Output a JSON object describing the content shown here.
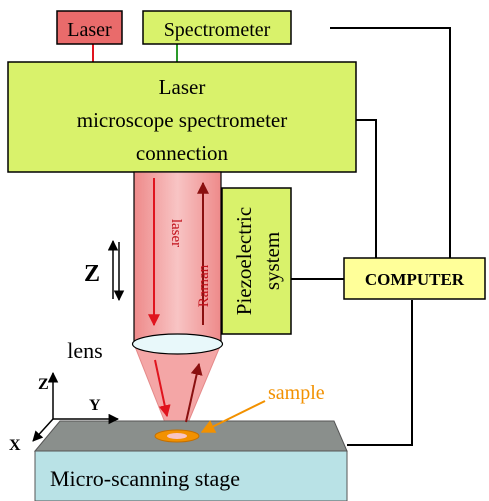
{
  "labels": {
    "laser_box": "Laser",
    "spectrometer_box": "Spectrometer",
    "connection_line1": "Laser",
    "connection_line2": "microscope spectrometer",
    "connection_line3": "connection",
    "laser_beam": "laser",
    "raman_beam": "Raman",
    "piezo_line1": "Piezoelectric",
    "piezo_line2": "system",
    "z_label": "Z",
    "lens": "lens",
    "computer": "COMPUTER",
    "sample": "sample",
    "axis_z": "Z",
    "axis_y": "Y",
    "axis_x": "X",
    "stage": "Micro-scanning stage"
  },
  "colors": {
    "laser_box_fill": "#e96b6b",
    "spectrometer_box_fill": "#d9f26b",
    "connection_box_fill": "#d9f26b",
    "piezo_box_fill": "#d9f26b",
    "computer_box_fill": "#ffff99",
    "beam_fill": "#f4a6a6",
    "beam_arrow": "#e0141e",
    "raman_arrow": "#8a1010",
    "sample_color": "#f29100",
    "stage_top": "#8a8f8c",
    "stage_front": "#b9e2e6",
    "line_color": "#000000",
    "laser_link": "#e0141e",
    "spectrometer_link": "#2a9a2a"
  }
}
